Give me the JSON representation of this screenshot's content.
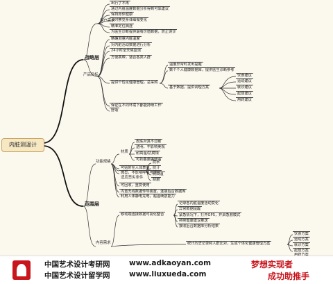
{
  "root": "内脏测温计",
  "l1": {
    "strategy": "战略层",
    "scope": "范围层"
  },
  "strategy": {
    "user_needs": {
      "label": "用户需求",
      "items": [
        "出行了不再",
        "通过内脏温度数据分析得到可靠建议",
        "保持身体健康",
        "及时察觉身体细微变化",
        "精准定位病症",
        "为医生诊断提供最有价值数据，防止误诊"
      ]
    },
    "product_goals": {
      "label": "产品目标",
      "items": [
        "精确测量内脏温度",
        "对内脏活动数据进行分析",
        "24小时全天候监测",
        "方便携带，适合各类人群"
      ],
      "service": "提供个性化健康管理，总采购",
      "sub1": "温度异常时发出提醒",
      "sub2": "数个个人健康数据库，提供医生诊断参考",
      "sub3": "基于数据，提供调理方案",
      "plans": [
        "饮食建议",
        "运动建议",
        "就诊建议",
        "起居建议",
        "用药建议"
      ],
      "extra": [
        "保证在不同环境下都能持续工作",
        "舒适"
      ]
    }
  },
  "scope": {
    "function_spec": {
      "label": "功能规格",
      "material": "材质",
      "material_items": [
        "皮肤对其不过敏",
        "透明，不影响美观",
        "耐高温/抗腐蚀",
        "可折叠更换舒适"
      ],
      "function_items": [
        "可贴附在人体表面",
        "微型，不影响呼吸与透气"
      ],
      "temp_label": "适应恶劣条件",
      "temp_items": [
        "防水",
        "防汗",
        "防高温",
        "耐磨"
      ],
      "other_items": [
        "可回收，重复使用",
        "内置无线数据传导装置，连接后台数据库",
        "利用人体静电充电，超温续航能力"
      ]
    },
    "content": {
      "label": "内容需求",
      "link_label": "移动端连接数据可视化整合",
      "link_items": [
        "记录各内脏温度活动变化",
        "异常数据提醒",
        "紧急情况下，打开GPS，开启急救模式",
        "持续健康建议推送",
        "接收后台数据库分析结果"
      ],
      "gen_label": "统计历史记录和人群比对，生成个体化健康管理方案",
      "gen_items": [
        "饮食方案",
        "运动方案",
        "就诊方案",
        "起居方案",
        "用药方案"
      ]
    }
  },
  "footer": {
    "line1_name": "中国艺术设计考研网",
    "line1_url": "www.adkaoyan.com",
    "line2_name": "中国艺术设计留学网",
    "line2_url": "www.liuxueda.com",
    "slogan1": "梦想实现者",
    "slogan2": "成功助推手"
  },
  "colors": {
    "line": "#111111",
    "root_fill": "#f7e8c4",
    "footer_red": "#c8161d"
  }
}
